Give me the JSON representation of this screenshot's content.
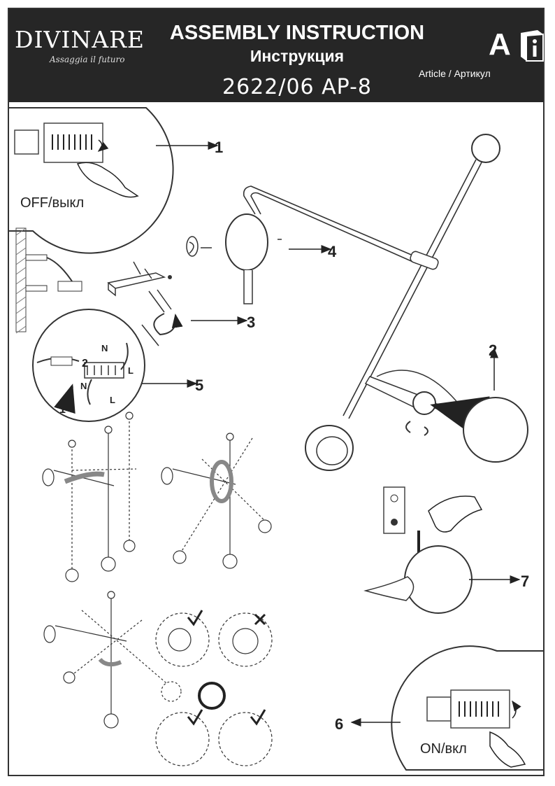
{
  "header": {
    "brand": "DIVINARE",
    "slogan": "Assaggia il futuro",
    "title": "ASSEMBLY INSTRUCTION",
    "title_ru": "Инструкция",
    "article_number": "2622/06 AP-8",
    "article_label": "Article / Артикул",
    "sheet_letter": "A",
    "info_icon": "book-info-icon"
  },
  "steps": {
    "s1": "1",
    "s2": "2",
    "s3": "3",
    "s4": "4",
    "s5": "5",
    "s6": "6",
    "s7": "7"
  },
  "labels": {
    "off": "OFF/выкл",
    "on": "ON/вкл",
    "wire_1": "1",
    "wire_2": "2",
    "n1": "N",
    "n2": "N",
    "l1": "L",
    "l2": "L"
  }
}
